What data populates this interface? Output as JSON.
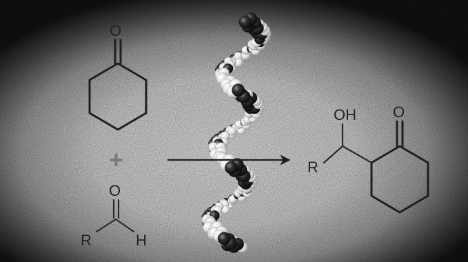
{
  "reactant_ketone": {
    "atom_O": "O"
  },
  "plus_sign": "+",
  "reactant_aldehyde": {
    "atom_O": "O",
    "atom_R": "R",
    "atom_H": "H"
  },
  "catalyst": {
    "icon": "peptide-helix-icon"
  },
  "product": {
    "atom_OH": "OH",
    "atom_R": "R",
    "atom_O": "O"
  },
  "colors": {
    "background_dark": "#1a1a1a",
    "background_light": "#f2f2f2",
    "atom_dark": "#2b2b2b",
    "atom_light": "#e6e6e6",
    "bond": "#1e1e1e"
  }
}
